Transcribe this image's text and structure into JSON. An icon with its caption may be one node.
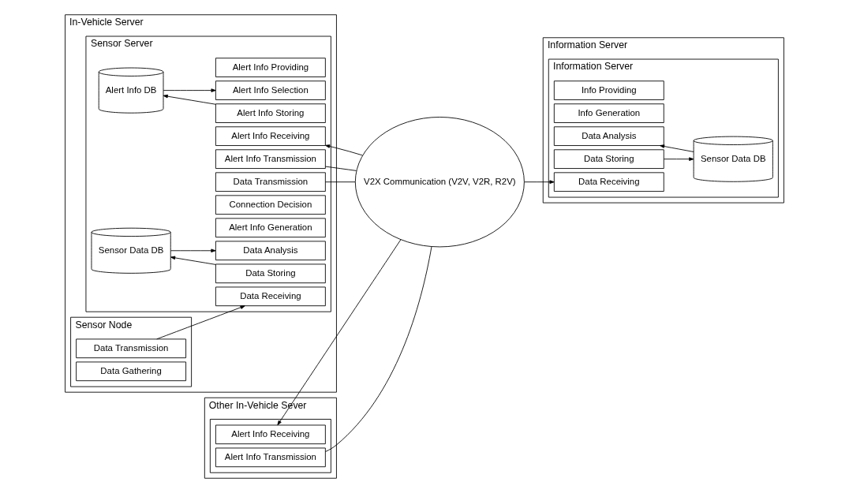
{
  "diagram": {
    "nodes": [
      {
        "text": [
          "In-Vehicle Server"
        ]
      },
      {
        "text": [
          "Sensor Server"
        ],
        "in": 0
      },
      {
        "text": [
          "Alert Info DB"
        ],
        "in": 1
      },
      {
        "text": [
          "Alert Info Providing"
        ],
        "in": 1
      },
      {
        "text": [
          "Alert Info Selection"
        ],
        "in": 1
      },
      {
        "text": [
          "Alert Info Storing"
        ],
        "in": 1
      },
      {
        "text": [
          "Alert Info Receiving"
        ],
        "in": 1
      },
      {
        "text": [
          "Alert Info Transmission"
        ],
        "in": 1
      },
      {
        "text": [
          "Data Transmission"
        ],
        "in": 1
      },
      {
        "text": [
          "Connection Decision"
        ],
        "in": 1
      },
      {
        "text": [
          "Alert Info Generation"
        ],
        "in": 1
      },
      {
        "text": [
          "Sensor Data DB"
        ],
        "in": 1
      },
      {
        "text": [
          "Data Analysis"
        ],
        "in": 1
      },
      {
        "text": [
          "Data Storing"
        ],
        "in": 1
      },
      {
        "text": [
          "Data Receiving"
        ],
        "in": 1
      },
      {
        "text": [
          "Sensor Node"
        ],
        "in": 0
      },
      {
        "text": [
          "Data Transmission"
        ],
        "in": 15
      },
      {
        "text": [
          "Data Gathering"
        ],
        "in": 15
      },
      {
        "text": [
          "V2X Communication (V2V, V2R, R2V)"
        ]
      },
      {
        "text": [
          "Other In-Vehicle Sever"
        ]
      },
      {
        "text": [],
        "shape": "box",
        "in": 19
      },
      {
        "text": [
          "Alert Info Receiving"
        ],
        "in": 20
      },
      {
        "text": [
          "Alert Info Transmission"
        ],
        "in": 20
      },
      {
        "text": [
          "Information Server"
        ]
      },
      {
        "text": [
          "Information Server"
        ],
        "in": 23
      },
      {
        "text": [
          "Info Providing"
        ],
        "in": 24
      },
      {
        "text": [
          "Info Generation"
        ],
        "in": 24
      },
      {
        "text": [
          "Data Analysis"
        ],
        "in": 24
      },
      {
        "text": [
          "Data Storing"
        ],
        "in": 24
      },
      {
        "text": [
          "Data Receiving"
        ],
        "in": 24
      },
      {
        "text": [
          "Sensor Data DB"
        ],
        "in": 24
      }
    ],
    "edges": [
      {
        "from": 2,
        "to": 4,
        "arrow": "to"
      },
      {
        "from": 5,
        "to": 2,
        "arrow": "to"
      },
      {
        "from": 18,
        "to": 6,
        "arrow": "to"
      },
      {
        "from": 7,
        "to": 18,
        "arrow": "none"
      },
      {
        "from": 8,
        "to": 18,
        "arrow": "none"
      },
      {
        "from": 11,
        "to": 12,
        "arrow": "to"
      },
      {
        "from": 13,
        "to": 11,
        "arrow": "to"
      },
      {
        "from": 16,
        "to": 14,
        "arrow": "to"
      },
      {
        "from": 18,
        "to": 21,
        "arrow": "to"
      },
      {
        "from": 22,
        "to": 18,
        "arrow": "none"
      },
      {
        "from": 18,
        "to": 29,
        "arrow": "to"
      },
      {
        "from": 28,
        "to": 30,
        "arrow": "to"
      },
      {
        "from": 30,
        "to": 27,
        "arrow": "to"
      }
    ]
  }
}
